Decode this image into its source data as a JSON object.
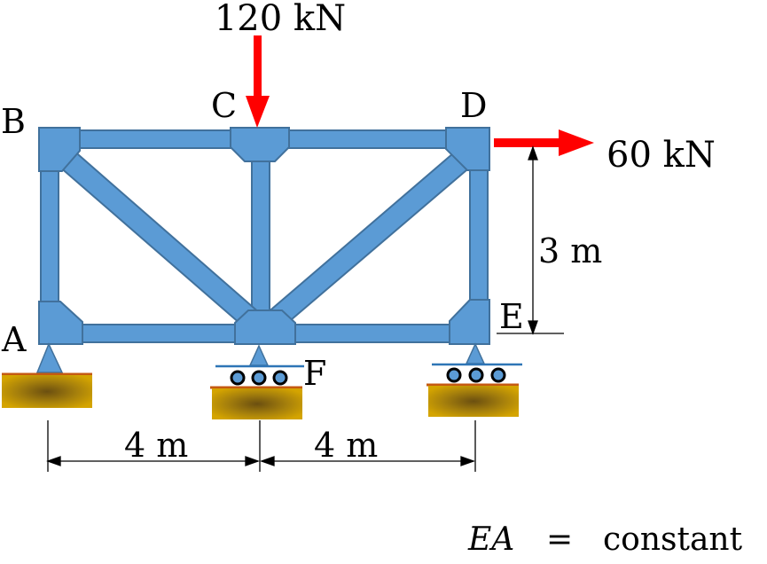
{
  "loads": {
    "vertical": "120 kN",
    "horizontal": "60 kN"
  },
  "joints": {
    "a": "A",
    "b": "B",
    "c": "C",
    "d": "D",
    "e": "E",
    "f": "F"
  },
  "dimensions": {
    "height": "3 m",
    "span_left": "4 m",
    "span_right": "4 m"
  },
  "note": {
    "var": "EA",
    "equals": "=",
    "value": "constant"
  },
  "colors": {
    "member": "#5b9bd5",
    "member_edge": "#41719c",
    "load_arrow": "#ff0000",
    "ground": "#bf9000"
  }
}
